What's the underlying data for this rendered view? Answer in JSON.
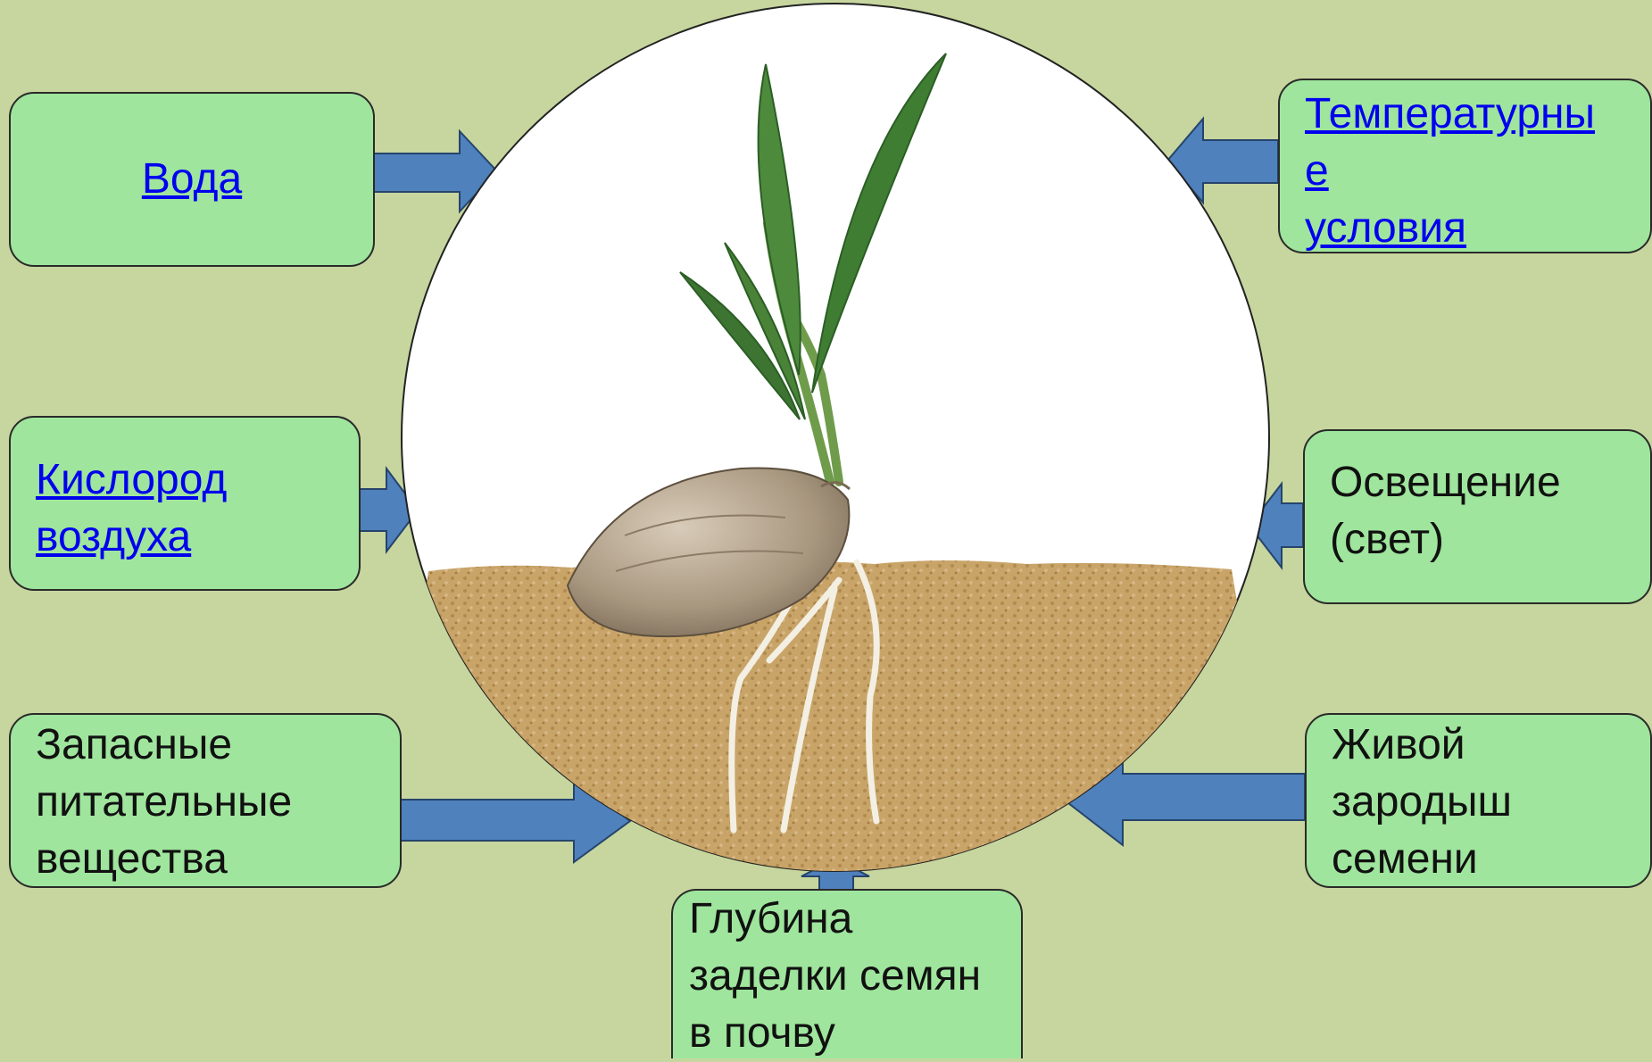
{
  "colors": {
    "background": "#c6d69e",
    "box_fill": "#9fe59d",
    "arrow_fill": "#4f81bd",
    "link": "#0000ee",
    "soil": "#c9a468",
    "leaf": "#3e7a34",
    "seed": "#a89782"
  },
  "factors": {
    "water": {
      "lines": [
        "Вода"
      ],
      "link": true
    },
    "temperature": {
      "lines": [
        "Температурны",
        "е",
        "условия"
      ],
      "link": true
    },
    "oxygen": {
      "lines": [
        "Кислород",
        "воздуха"
      ],
      "link": true
    },
    "light": {
      "lines": [
        "Освещение",
        "(свет)"
      ],
      "link": false
    },
    "nutrients": {
      "lines": [
        "Запасные",
        "питательные",
        "вещества"
      ],
      "link": false
    },
    "embryo": {
      "lines": [
        "Живой",
        "зародыш",
        "семени"
      ],
      "link": false
    },
    "depth": {
      "lines": [
        "Глубина",
        "заделки семян",
        "в почву"
      ],
      "link": false
    }
  },
  "illustration": {
    "subject": "sprouting-coconut-seed-in-soil"
  }
}
